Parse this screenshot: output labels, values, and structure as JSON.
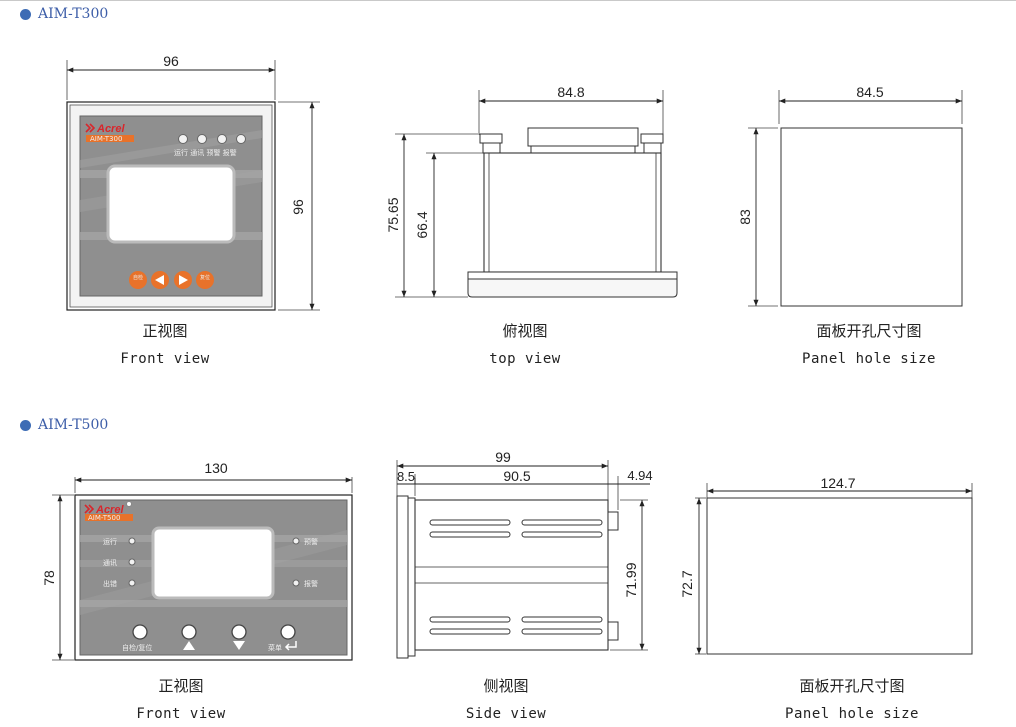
{
  "sections": [
    {
      "title": "AIM-T300",
      "front": {
        "caption_zh": "正视图",
        "caption_en": "Front view",
        "width_label": "96",
        "height_label": "96",
        "brand": "Acrel",
        "model": "AIM-T300",
        "indicator_labels": "运行 通讯 预警 报警",
        "button_labels": [
          "自检",
          "复位"
        ]
      },
      "top": {
        "caption_zh": "俯视图",
        "caption_en": "top view",
        "width_label": "84.8",
        "height_outer": "75.65",
        "height_inner": "66.4"
      },
      "panel": {
        "caption_zh": "面板开孔尺寸图",
        "caption_en": "Panel hole size",
        "width_label": "84.5",
        "height_label": "83"
      }
    },
    {
      "title": "AIM-T500",
      "front": {
        "caption_zh": "正视图",
        "caption_en": "Front view",
        "width_label": "130",
        "height_label": "78",
        "brand": "Acrel",
        "model": "AIM-T500",
        "left_labels": [
          "运行",
          "通讯",
          "出错"
        ],
        "right_labels": [
          "预警",
          "报警"
        ],
        "bottom_labels": [
          "自检/复位",
          "菜单"
        ]
      },
      "side": {
        "caption_zh": "侧视图",
        "caption_en": "Side view",
        "total_label": "99",
        "front_label": "8.5",
        "body_label": "90.5",
        "rear_label": "4.94",
        "height_label": "71.99"
      },
      "panel": {
        "caption_zh": "面板开孔尺寸图",
        "caption_en": "Panel hole size",
        "width_label": "124.7",
        "height_label": "72.7"
      }
    }
  ],
  "colors": {
    "title": "#3d5ea8",
    "bullet": "#3d6cb5",
    "panel_face": "#8f8f8f",
    "accent_orange": "#e8722a",
    "logo_red": "#d8262c"
  }
}
